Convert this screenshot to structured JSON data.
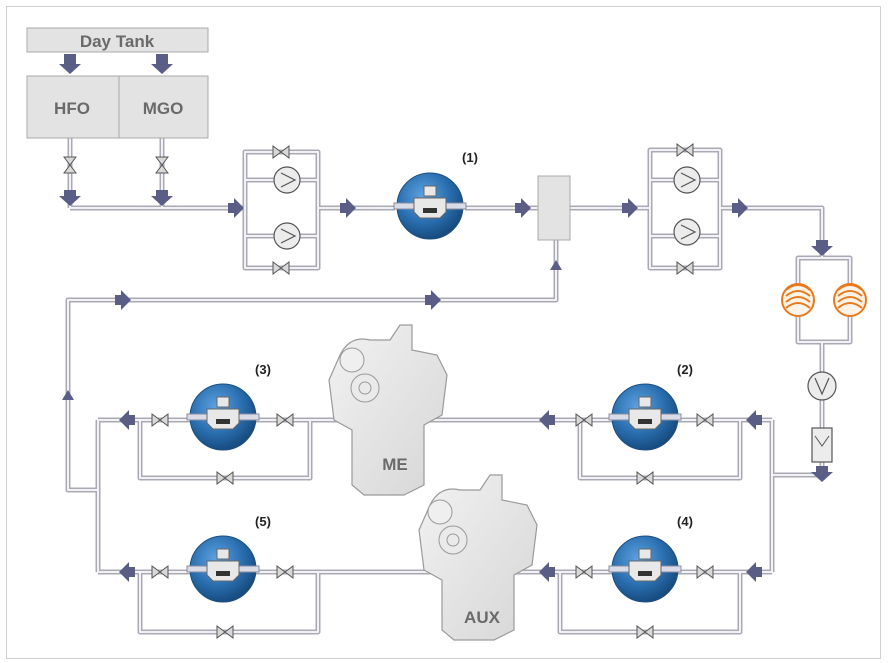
{
  "tanks": {
    "day_tank": "Day Tank",
    "hfo": "HFO",
    "mgo": "MGO"
  },
  "meters": [
    {
      "id": "meter-1",
      "label": "(1)"
    },
    {
      "id": "meter-2",
      "label": "(2)"
    },
    {
      "id": "meter-3",
      "label": "(3)"
    },
    {
      "id": "meter-4",
      "label": "(4)"
    },
    {
      "id": "meter-5",
      "label": "(5)"
    }
  ],
  "engines": {
    "main": "ME",
    "auxiliary": "AUX"
  },
  "colors": {
    "pipe": "#a9aab6",
    "arrow": "#5a5d86",
    "meter_blue": "#2a6fb0",
    "heater_orange": "#e87a1e",
    "equipment_gray": "#e3e3e3"
  }
}
